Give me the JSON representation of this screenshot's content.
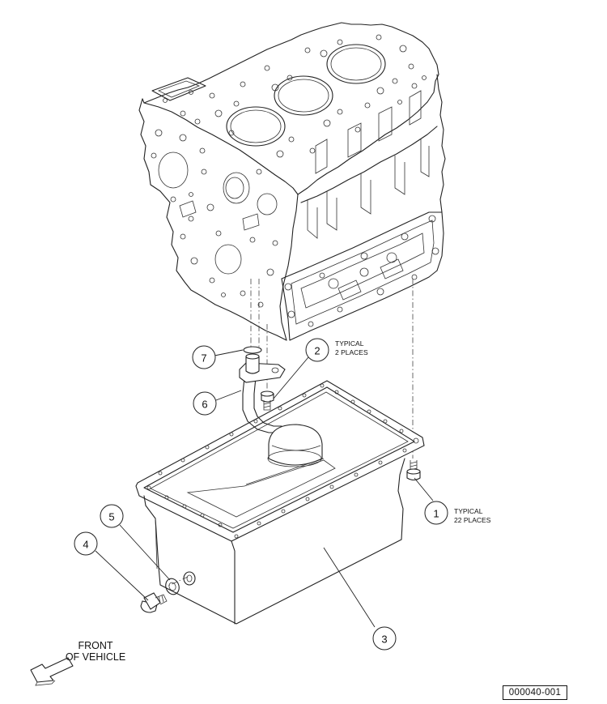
{
  "callouts": [
    {
      "num": "1",
      "note_line1": "TYPICAL",
      "note_line2": "22 PLACES"
    },
    {
      "num": "2",
      "note_line1": "TYPICAL",
      "note_line2": "2 PLACES"
    },
    {
      "num": "3"
    },
    {
      "num": "4"
    },
    {
      "num": "5"
    },
    {
      "num": "6"
    },
    {
      "num": "7"
    }
  ],
  "front_label": {
    "line1": "FRONT",
    "line2": "OF VEHICLE"
  },
  "part_code": "000040-001",
  "icons": {
    "direction_arrow": "front-arrow-icon"
  }
}
